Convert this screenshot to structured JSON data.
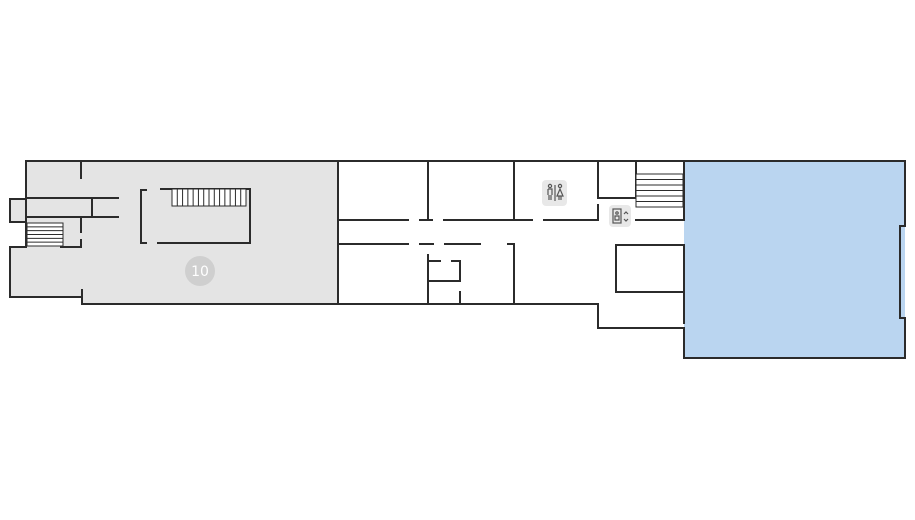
{
  "floor_plan": {
    "colors": {
      "background": "#ffffff",
      "wall": "#2b2b2b",
      "shaded_area": "#e4e4e4",
      "highlighted_area": "#bad5f0",
      "label_badge": "#cfcfcf",
      "icon_badge": "#e8e8e8"
    },
    "rooms": [
      {
        "id": "west-wing",
        "label": "10",
        "state": "shaded"
      },
      {
        "id": "east-hall",
        "label": "",
        "state": "highlighted"
      }
    ],
    "icons": [
      {
        "name": "restroom-icon",
        "meaning": "restrooms"
      },
      {
        "name": "elevator-icon",
        "meaning": "elevator"
      }
    ],
    "stairs": [
      {
        "name": "west-stairs-horizontal"
      },
      {
        "name": "west-stairs-small"
      },
      {
        "name": "east-stairs"
      }
    ]
  }
}
